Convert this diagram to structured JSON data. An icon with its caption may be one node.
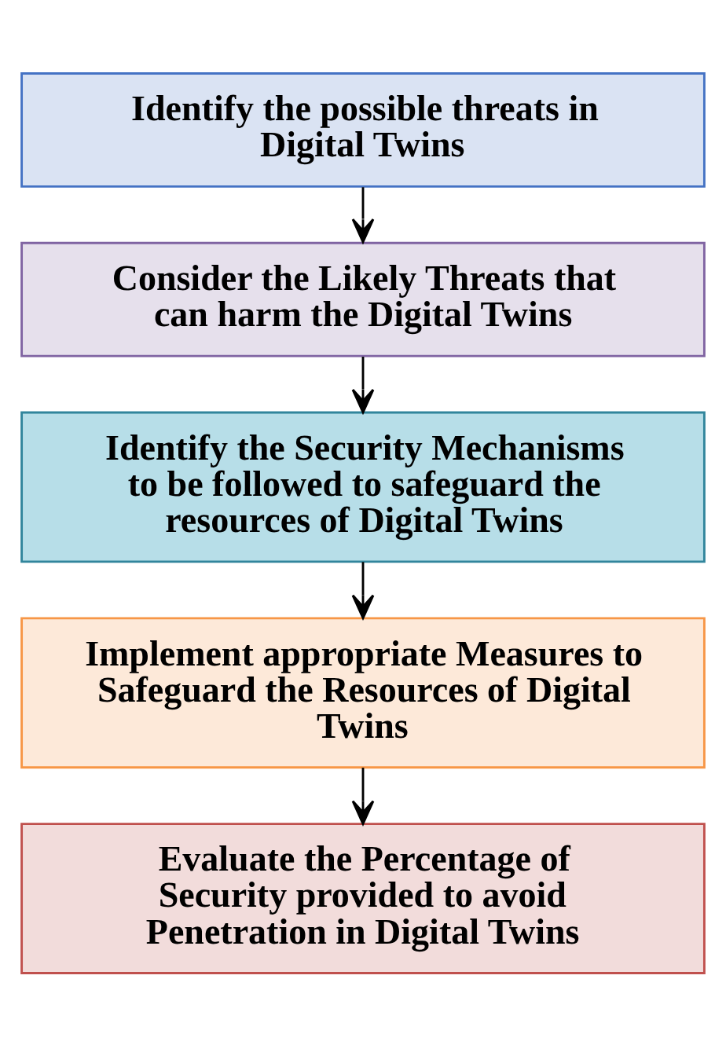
{
  "diagram": {
    "nodes": [
      {
        "text": [
          "Identify the possible threats in Digital Twins"
        ]
      },
      {
        "text": [
          "Consider the Likely Threats that can harm the Digital Twins"
        ]
      },
      {
        "text": [
          "Identify the Security Mechanisms to be followed to safeguard the resources of Digital Twins"
        ]
      },
      {
        "text": [
          "Implement appropriate Measures to Safeguard the Resources of Digital Twins"
        ]
      },
      {
        "text": [
          "Evaluate the Percentage of Security provided to avoid Penetration in Digital Twins"
        ]
      }
    ],
    "edges": [
      {
        "from": 0,
        "to": 1,
        "arrow": "to"
      },
      {
        "from": 1,
        "to": 2,
        "arrow": "to"
      },
      {
        "from": 2,
        "to": 3,
        "arrow": "to"
      },
      {
        "from": 3,
        "to": 4,
        "arrow": "to"
      }
    ]
  }
}
